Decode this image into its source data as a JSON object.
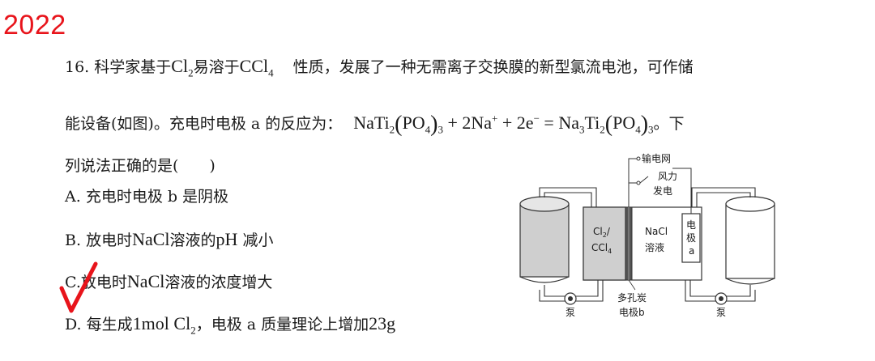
{
  "year_label": "2022",
  "question": {
    "number": "16.",
    "line1_a": "科学家基于",
    "cl2": "Cl",
    "cl2_sub": "2",
    "line1_b": "易溶于",
    "ccl4": "CCl",
    "ccl4_sub": "4",
    "line1_c": "性质，发展了一种无需离子交换膜的新型氯流电池，可作储",
    "line2_a": "能设备(如图)。充电时电极 a 的反应为：",
    "formula": {
      "nati": "NaTi",
      "sub2": "2",
      "po4": "PO",
      "sub4": "4",
      "sub3": "3",
      "plus1": "+",
      "coef": "2",
      "na": "Na",
      "na_charge": "+",
      "plus2": "+",
      "e_coef": "2e",
      "e_charge": "−",
      "equals": "=",
      "na3ti": "Na",
      "na3ti_sub3": "3",
      "ti": "Ti",
      "ti_sub2": "2",
      "po4b": "PO",
      "sub4b": "4",
      "sub3b": "3"
    },
    "line2_end": "。下",
    "line3": "列说法正确的是(　　)"
  },
  "options": {
    "A": {
      "letter": "A.",
      "text": "充电时电极 b 是阴极"
    },
    "B": {
      "letter": "B.",
      "text_a": "放电时",
      "chem": "NaCl",
      "text_b": "溶液的",
      "ph": "pH",
      "text_c": "减小"
    },
    "C": {
      "letter": "C.",
      "text_a": "放电时",
      "chem": "NaCl",
      "text_b": "溶液的浓度增大"
    },
    "D": {
      "letter": "D.",
      "text_a": "每生成",
      "amount": "1mol Cl",
      "amount_sub": "2",
      "text_b": "，电极 a 质量理论上增加",
      "mass": "23g"
    }
  },
  "diagram": {
    "grid_label": "输电网",
    "wind_label_1": "风力",
    "wind_label_2": "发电",
    "left_cell_1": "Cl",
    "left_cell_1_sub": "2",
    "left_cell_1_slash": "/",
    "left_cell_2": "CCl",
    "left_cell_2_sub": "4",
    "right_cell_1": "NaCl",
    "right_cell_2": "溶液",
    "electrode_1": "电",
    "electrode_2": "极",
    "electrode_3": "a",
    "porous_1": "多孔炭",
    "porous_2": "电极b",
    "pump_left": "泵",
    "pump_right": "泵"
  },
  "colors": {
    "year": "#e8141b",
    "check": "#e8141b",
    "shade": "#cfcfcf",
    "electrode": "#555555"
  }
}
